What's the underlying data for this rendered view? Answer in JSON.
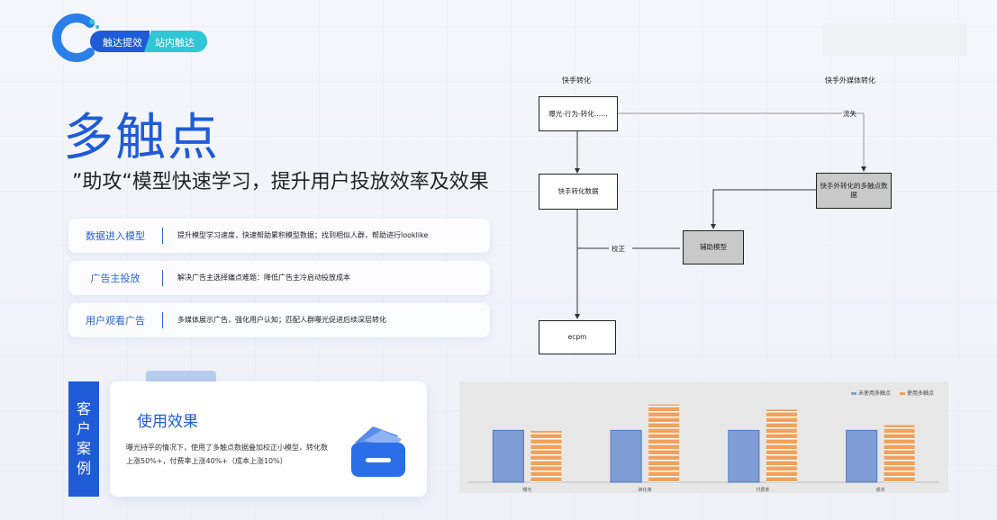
{
  "breadcrumb": {
    "item1": "触达提效",
    "item2": "站内触达"
  },
  "page": {
    "title": "多触点",
    "subtitle": "”助攻“模型快速学习，提升用户投放效率及效果"
  },
  "features": [
    {
      "label": "数据进入模型",
      "text": "提升模型学习速度，快速帮助累积模型数据；找到相似人群，帮助进行looklike"
    },
    {
      "label": "广告主投放",
      "text": "解决广告主选择痛点难题：降低广告主冷启动投放成本"
    },
    {
      "label": "用户观看广告",
      "text": "多媒体展示广告，强化用户认知；匹配人群曝光促进后续深层转化"
    }
  ],
  "flowchart": {
    "col1_title": "快手转化",
    "col2_title": "快手外媒体转化",
    "box_exposure": "曝光-行为-转化……",
    "box_ks_data": "快手转化数据",
    "box_ext_data": "快手外转化的多触点数据",
    "box_aux_model": "辅助模型",
    "box_ecpm": "ecpm",
    "label_loss": "流失",
    "label_calibrate": "校正"
  },
  "case": {
    "tag": "客户案例",
    "title": "使用效果",
    "desc": "曝光持平的情况下，使用了多触点数据叠加校正小模型，转化数上涨50%+，付费率上涨40%+（成本上涨10%）"
  },
  "colors": {
    "brand": "#1f5bd6",
    "accent": "#2fc7d6",
    "series_blue": "#7f9fd4",
    "series_orange": "#f0a15e"
  },
  "chart_data": {
    "type": "bar",
    "categories": [
      "曝光",
      "转化率",
      "付费率",
      "成本"
    ],
    "series": [
      {
        "name": "未使用多触点",
        "values": [
          100,
          100,
          100,
          100
        ]
      },
      {
        "name": "使用多触点",
        "values": [
          99,
          150,
          140,
          110
        ]
      }
    ],
    "ylim": [
      0,
      170
    ]
  }
}
